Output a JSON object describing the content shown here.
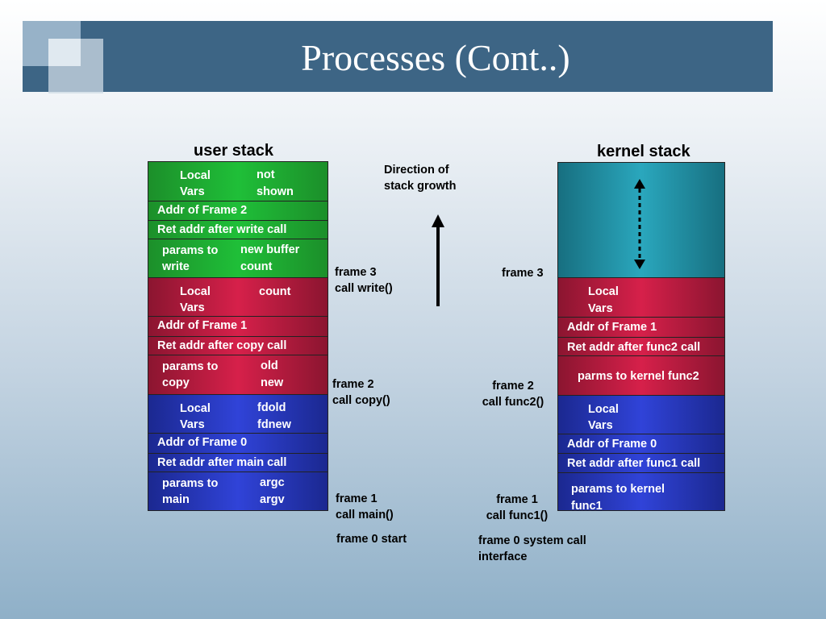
{
  "slide": {
    "title": "Processes (Cont..)"
  },
  "user_stack": {
    "heading": "user stack",
    "f3": {
      "local_1": "Local",
      "local_2": "Vars",
      "note_1": "not",
      "note_2": "shown",
      "addr": "Addr of Frame 2",
      "ret": "Ret addr after write call",
      "params_1": "params to",
      "params_2": "write",
      "args_1": "new buffer",
      "args_2": "count"
    },
    "f2": {
      "local_1": "Local",
      "local_2": "Vars",
      "note_1": "count",
      "addr": "Addr of Frame 1",
      "ret": "Ret addr after copy call",
      "params_1": "params to",
      "params_2": "copy",
      "args_1": "old",
      "args_2": "new"
    },
    "f1": {
      "local_1": "Local",
      "local_2": "Vars",
      "note_1": "fdold",
      "note_2": "fdnew",
      "addr": "Addr of Frame 0",
      "ret": "Ret addr after main call",
      "params_1": "params to",
      "params_2": "main",
      "args_1": "argc",
      "args_2": "argv"
    }
  },
  "user_labels": {
    "f3_1": "frame 3",
    "f3_2": "call write()",
    "f2_1": "frame 2",
    "f2_2": "call copy()",
    "f1_1": "frame 1",
    "f1_2": "call main()",
    "f0": "frame 0 start"
  },
  "growth": {
    "line1": "Direction of",
    "line2": "stack growth"
  },
  "kernel_stack": {
    "heading": "kernel stack",
    "f2": {
      "local_1": "Local",
      "local_2": "Vars",
      "addr": "Addr of Frame 1",
      "ret": "Ret addr after func2 call",
      "params": "parms to kernel func2"
    },
    "f1": {
      "local_1": "Local",
      "local_2": "Vars",
      "addr": "Addr of Frame 0",
      "ret": "Ret addr after func1 call",
      "params_1": "params to kernel",
      "params_2": "func1"
    }
  },
  "kernel_labels": {
    "f3": "frame 3",
    "f2_1": "frame 2",
    "f2_2": "call func2()",
    "f1_1": "frame 1",
    "f1_2": "call func1()",
    "f0_1": "frame 0 system call",
    "f0_2": "interface"
  },
  "colors": {
    "title_bar": "#3d6585",
    "green": "#1fbf38",
    "red": "#d6204a",
    "blue": "#3043d8",
    "teal": "#2aa7bd"
  }
}
